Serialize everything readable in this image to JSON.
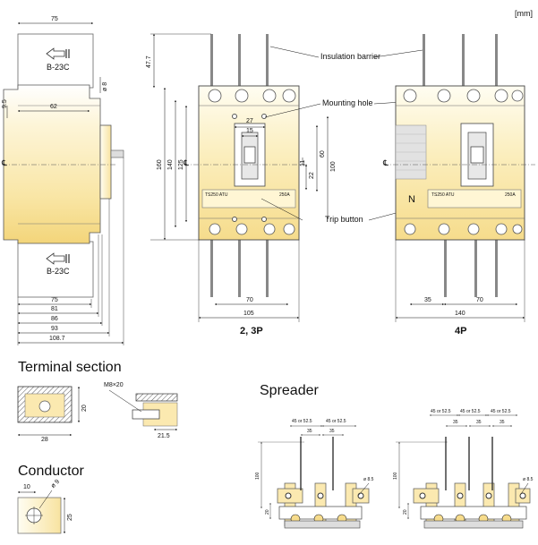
{
  "units": "[mm]",
  "side_view": {
    "dims_top": "75",
    "dims_bottom": [
      "75",
      "81",
      "86",
      "93",
      "108.7"
    ],
    "depth_62": "62",
    "left_95": "9.5",
    "hole_8": "ø 8",
    "connector_top": "B-23C",
    "connector_bottom": "B-23C",
    "center_mark": "℄"
  },
  "front_view": {
    "dim_47_7": "47.7",
    "dim_160": "160",
    "dim_140": "140",
    "dim_125": "125",
    "dim_100": "100",
    "dim_60": "60",
    "dim_22": "22",
    "dim_11": "11",
    "dim_15": "15",
    "dim_27": "27",
    "dim_70": "70",
    "dim_105": "105",
    "caption": "2, 3P",
    "plate_left": "TS250 ATU",
    "plate_right": "250A"
  },
  "front_4p": {
    "dim_35": "35",
    "dim_70": "70",
    "dim_140": "140",
    "caption": "4P",
    "n_mark": "N",
    "plate_left": "TS250 ATU",
    "plate_right": "250A"
  },
  "callouts": {
    "insulation_barrier": "Insulation barrier",
    "mounting_hole": "Mounting hole",
    "trip_button": "Trip button"
  },
  "terminal_section": {
    "title": "Terminal section",
    "screw": "M8×20",
    "dim_28": "28",
    "dim_20": "20",
    "dim_21_5": "21.5"
  },
  "conductor": {
    "title": "Conductor",
    "dim_10": "10",
    "dim_25": "25",
    "hole": "ø 9"
  },
  "spreader": {
    "title": "Spreader",
    "span_left": "45 or 52.5",
    "span_right": "45 or 52.5",
    "inner_left": "35",
    "inner_right": "35",
    "height": "100",
    "side": "20",
    "hole": "ø 8.5",
    "span_4p_a": "45 or 52.5",
    "span_4p_b": "45 or 52.5",
    "span_4p_c": "45 or 52.5",
    "inner_4p_a": "35",
    "inner_4p_b": "35",
    "inner_4p_c": "35",
    "height_4p": "100",
    "side_4p": "20",
    "hole_4p": "ø 8.5"
  }
}
